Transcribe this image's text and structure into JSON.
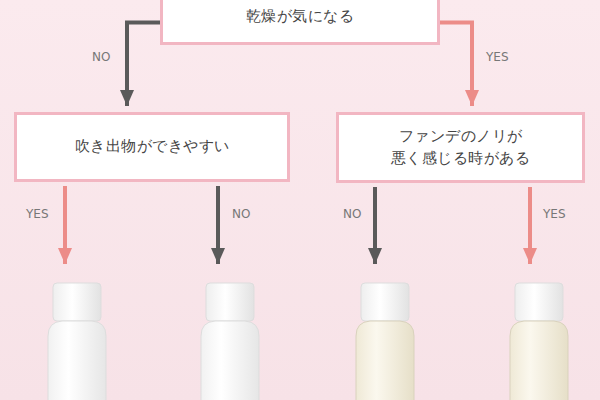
{
  "diagram": {
    "nodes": [
      {
        "text": [
          "乾燥が気になる"
        ]
      },
      {
        "text": [
          "吹き出物ができやすい"
        ]
      },
      {
        "text": [
          "ファンデのノリが 悪く感じる時がある"
        ]
      }
    ],
    "edges": [
      {
        "from": 0,
        "to": 1,
        "label": "NO",
        "arrow": "to"
      },
      {
        "from": 0,
        "to": 2,
        "label": "YES",
        "arrow": "to"
      }
    ],
    "labels": [
      "YES",
      "NO",
      "NO",
      "YES"
    ]
  }
}
